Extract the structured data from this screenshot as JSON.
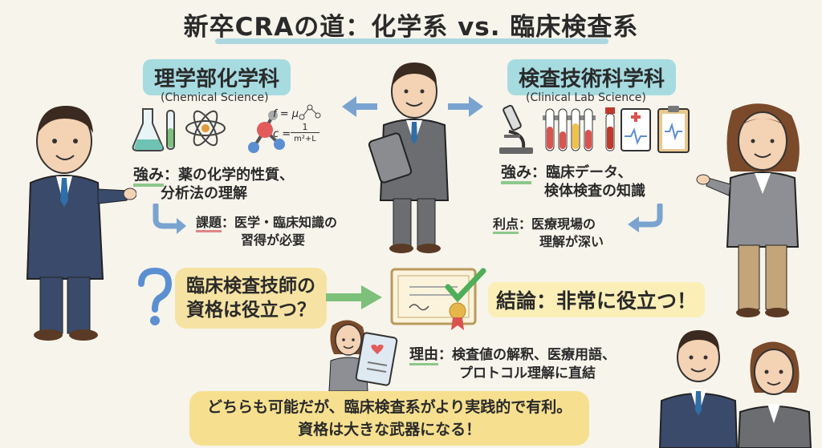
{
  "title": "新卒CRAの道：化学系 vs. 臨床検査系",
  "left": {
    "heading": "理学部化学科",
    "subheading": "(Chemical Science)",
    "formula1": "f = μ",
    "formula2": "c =",
    "formula_num": "1",
    "formula_den": "m²+L",
    "strength_label": "強み",
    "strength_line1": "：薬の化学的性質、",
    "strength_line2": "分析法の理解",
    "issue_label": "課題",
    "issue_line1": "：医学・臨床知識の",
    "issue_line2": "習得が必要"
  },
  "right": {
    "heading": "検査技術科学科",
    "subheading": "(Clinical Lab Science)",
    "strength_label": "強み",
    "strength_line1": "：臨床データ、",
    "strength_line2": "検体検査の知識",
    "merit_label": "利点",
    "merit_line1": "：医療現場の",
    "merit_line2": "理解が深い"
  },
  "question": {
    "line1": "臨床検査技師の",
    "line2": "資格は役立つ？"
  },
  "conclusion": "結論：非常に役立つ！",
  "reason": {
    "label": "理由",
    "line1": "：検査値の解釈、医療用語、",
    "line2": "プロトコル理解に直結"
  },
  "bottom": {
    "line1": "どちらも可能だが、臨床検査系がより実践的で有利。",
    "line2": "資格は大きな武器になる！"
  },
  "colors": {
    "banner": "#a6dbe0",
    "question_box": "#f6e3a3",
    "bottom_box": "#f6e08f",
    "arrow_blue": "#7aa3cf",
    "arrow_green": "#7cc07a",
    "suit": "#3a4a6b"
  }
}
